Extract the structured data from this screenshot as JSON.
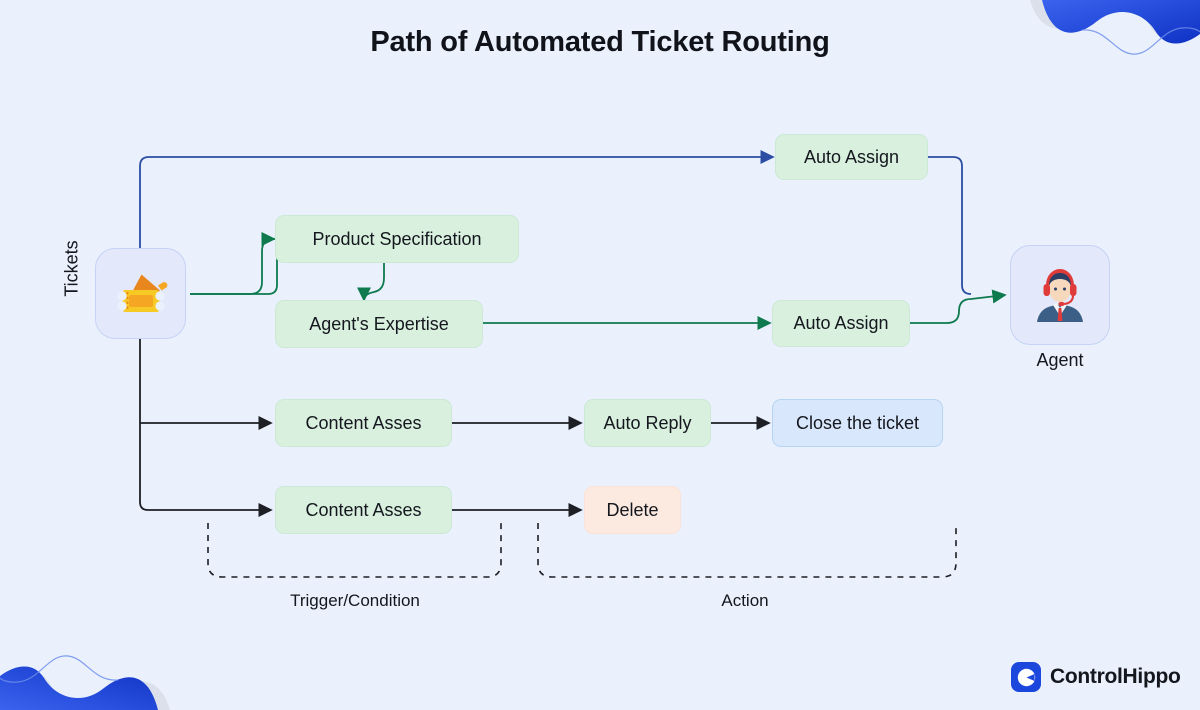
{
  "page": {
    "title": "Path of Automated Ticket Routing",
    "background_color": "#eaf1fd",
    "accent_blue": "#1b47dd",
    "edge_blue": "#2b4ea2",
    "edge_green": "#0e7a4e",
    "edge_black": "#1d1f24"
  },
  "source": {
    "label": "Tickets",
    "icon": "admission-ticket-icon",
    "fill": "#e4e8fb"
  },
  "destination": {
    "label": "Agent",
    "icon": "support-agent-icon",
    "fill": "#e4e8fb"
  },
  "nodes": [
    {
      "id": "auto-assign-top",
      "label": "Auto Assign",
      "type": "green"
    },
    {
      "id": "product-spec",
      "label": "Product Specification",
      "type": "green"
    },
    {
      "id": "agents-expertise",
      "label": "Agent's Expertise",
      "type": "green"
    },
    {
      "id": "auto-assign-mid",
      "label": "Auto Assign",
      "type": "green"
    },
    {
      "id": "content-asses-1",
      "label": "Content Asses",
      "type": "green"
    },
    {
      "id": "auto-reply",
      "label": "Auto Reply",
      "type": "green"
    },
    {
      "id": "close-the-ticket",
      "label": "Close the ticket",
      "type": "blue"
    },
    {
      "id": "content-asses-2",
      "label": "Content Asses",
      "type": "green"
    },
    {
      "id": "delete",
      "label": "Delete",
      "type": "pink"
    }
  ],
  "groups": [
    {
      "id": "trigger-condition",
      "label": "Trigger/Condition"
    },
    {
      "id": "action",
      "label": "Action"
    }
  ],
  "brand": {
    "name": "ControlHippo",
    "mark": "controlhippo-logo-icon"
  }
}
